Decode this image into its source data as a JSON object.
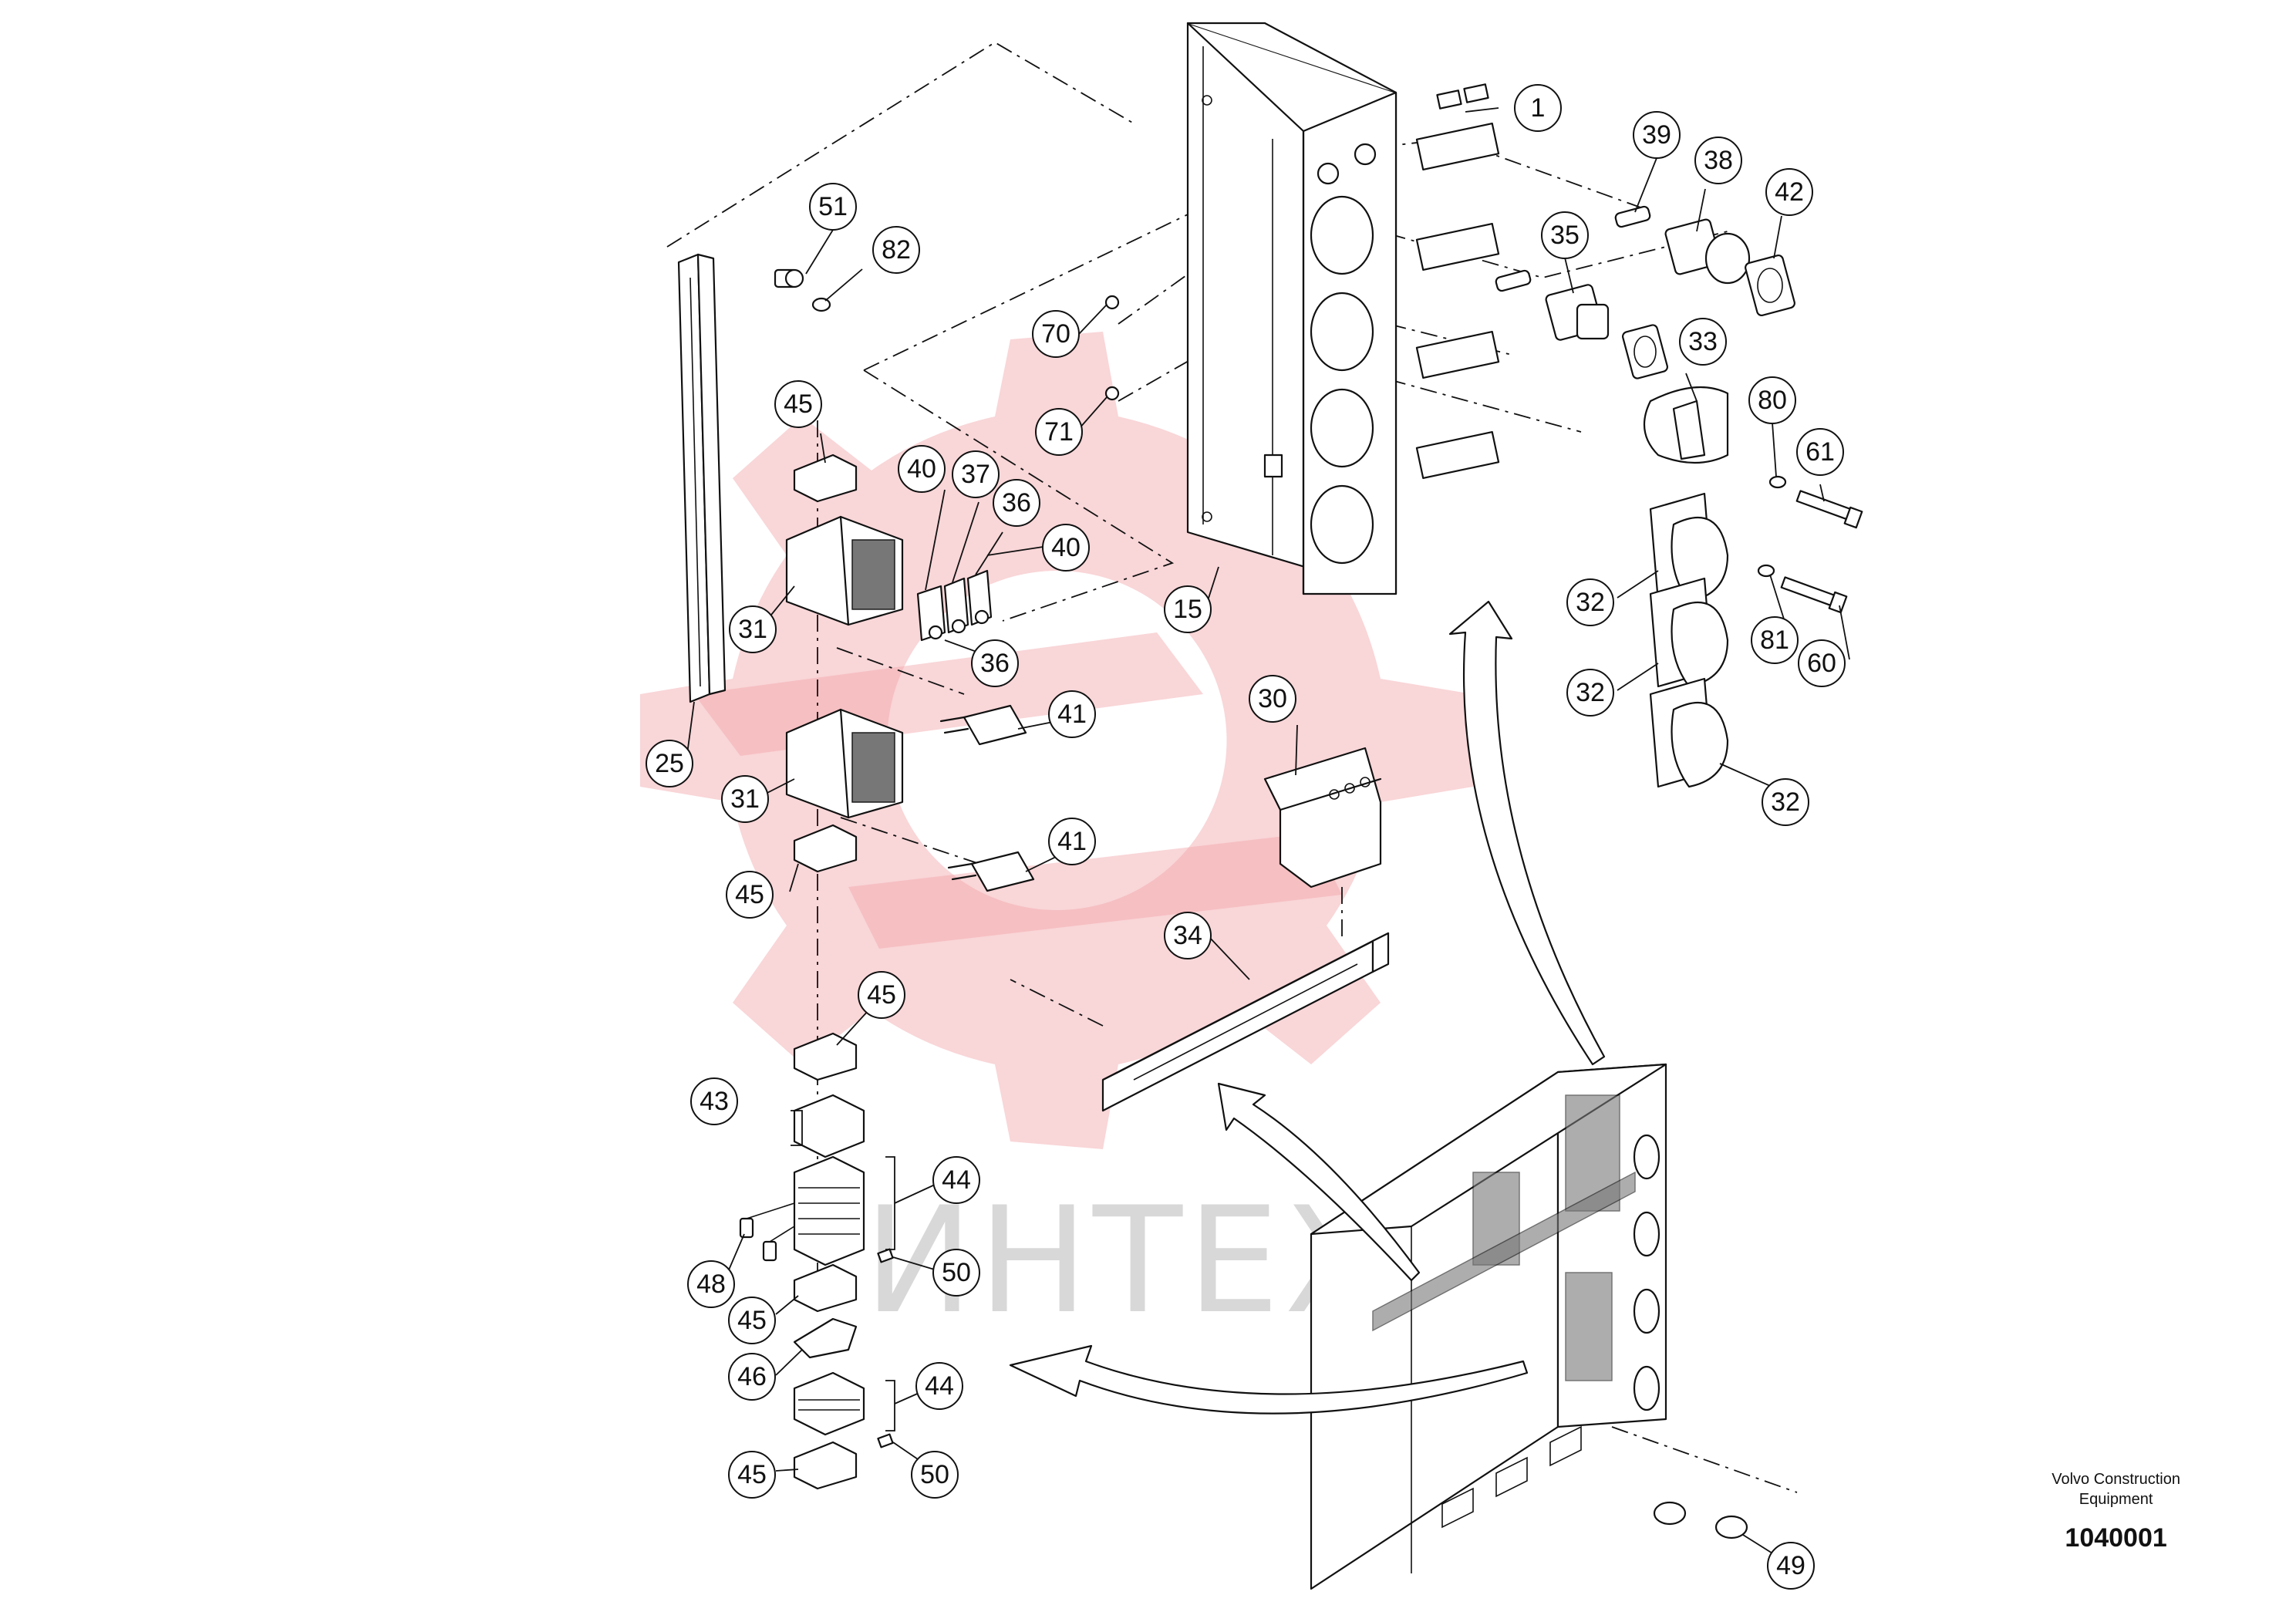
{
  "watermark_text": "ИНТЕХ",
  "brand": {
    "line1": "Volvo Construction",
    "line2": "Equipment",
    "code": "1040001"
  },
  "colors": {
    "line": "#111111",
    "watermark_gear": "#f2a3a8",
    "watermark_text": "#cfcfcf"
  },
  "callouts": [
    {
      "id": "c1",
      "label": "1"
    },
    {
      "id": "c39",
      "label": "39"
    },
    {
      "id": "c38",
      "label": "38"
    },
    {
      "id": "c42",
      "label": "42"
    },
    {
      "id": "c51",
      "label": "51"
    },
    {
      "id": "c82",
      "label": "82"
    },
    {
      "id": "c35",
      "label": "35"
    },
    {
      "id": "c70",
      "label": "70"
    },
    {
      "id": "c33",
      "label": "33"
    },
    {
      "id": "c80",
      "label": "80"
    },
    {
      "id": "c61",
      "label": "61"
    },
    {
      "id": "c45a",
      "label": "45"
    },
    {
      "id": "c71",
      "label": "71"
    },
    {
      "id": "c40a",
      "label": "40"
    },
    {
      "id": "c37",
      "label": "37"
    },
    {
      "id": "c36a",
      "label": "36"
    },
    {
      "id": "c40b",
      "label": "40"
    },
    {
      "id": "c31a",
      "label": "31"
    },
    {
      "id": "c15",
      "label": "15"
    },
    {
      "id": "c32a",
      "label": "32"
    },
    {
      "id": "c81",
      "label": "81"
    },
    {
      "id": "c60",
      "label": "60"
    },
    {
      "id": "c36b",
      "label": "36"
    },
    {
      "id": "c32b",
      "label": "32"
    },
    {
      "id": "c30",
      "label": "30"
    },
    {
      "id": "c41a",
      "label": "41"
    },
    {
      "id": "c25",
      "label": "25"
    },
    {
      "id": "c31b",
      "label": "31"
    },
    {
      "id": "c32c",
      "label": "32"
    },
    {
      "id": "c41b",
      "label": "41"
    },
    {
      "id": "c45b",
      "label": "45"
    },
    {
      "id": "c34",
      "label": "34"
    },
    {
      "id": "c45c",
      "label": "45"
    },
    {
      "id": "c43",
      "label": "43"
    },
    {
      "id": "c44a",
      "label": "44"
    },
    {
      "id": "c48",
      "label": "48"
    },
    {
      "id": "c50a",
      "label": "50"
    },
    {
      "id": "c45d",
      "label": "45"
    },
    {
      "id": "c46",
      "label": "46"
    },
    {
      "id": "c44b",
      "label": "44"
    },
    {
      "id": "c45e",
      "label": "45"
    },
    {
      "id": "c50b",
      "label": "50"
    },
    {
      "id": "c49",
      "label": "49"
    }
  ]
}
